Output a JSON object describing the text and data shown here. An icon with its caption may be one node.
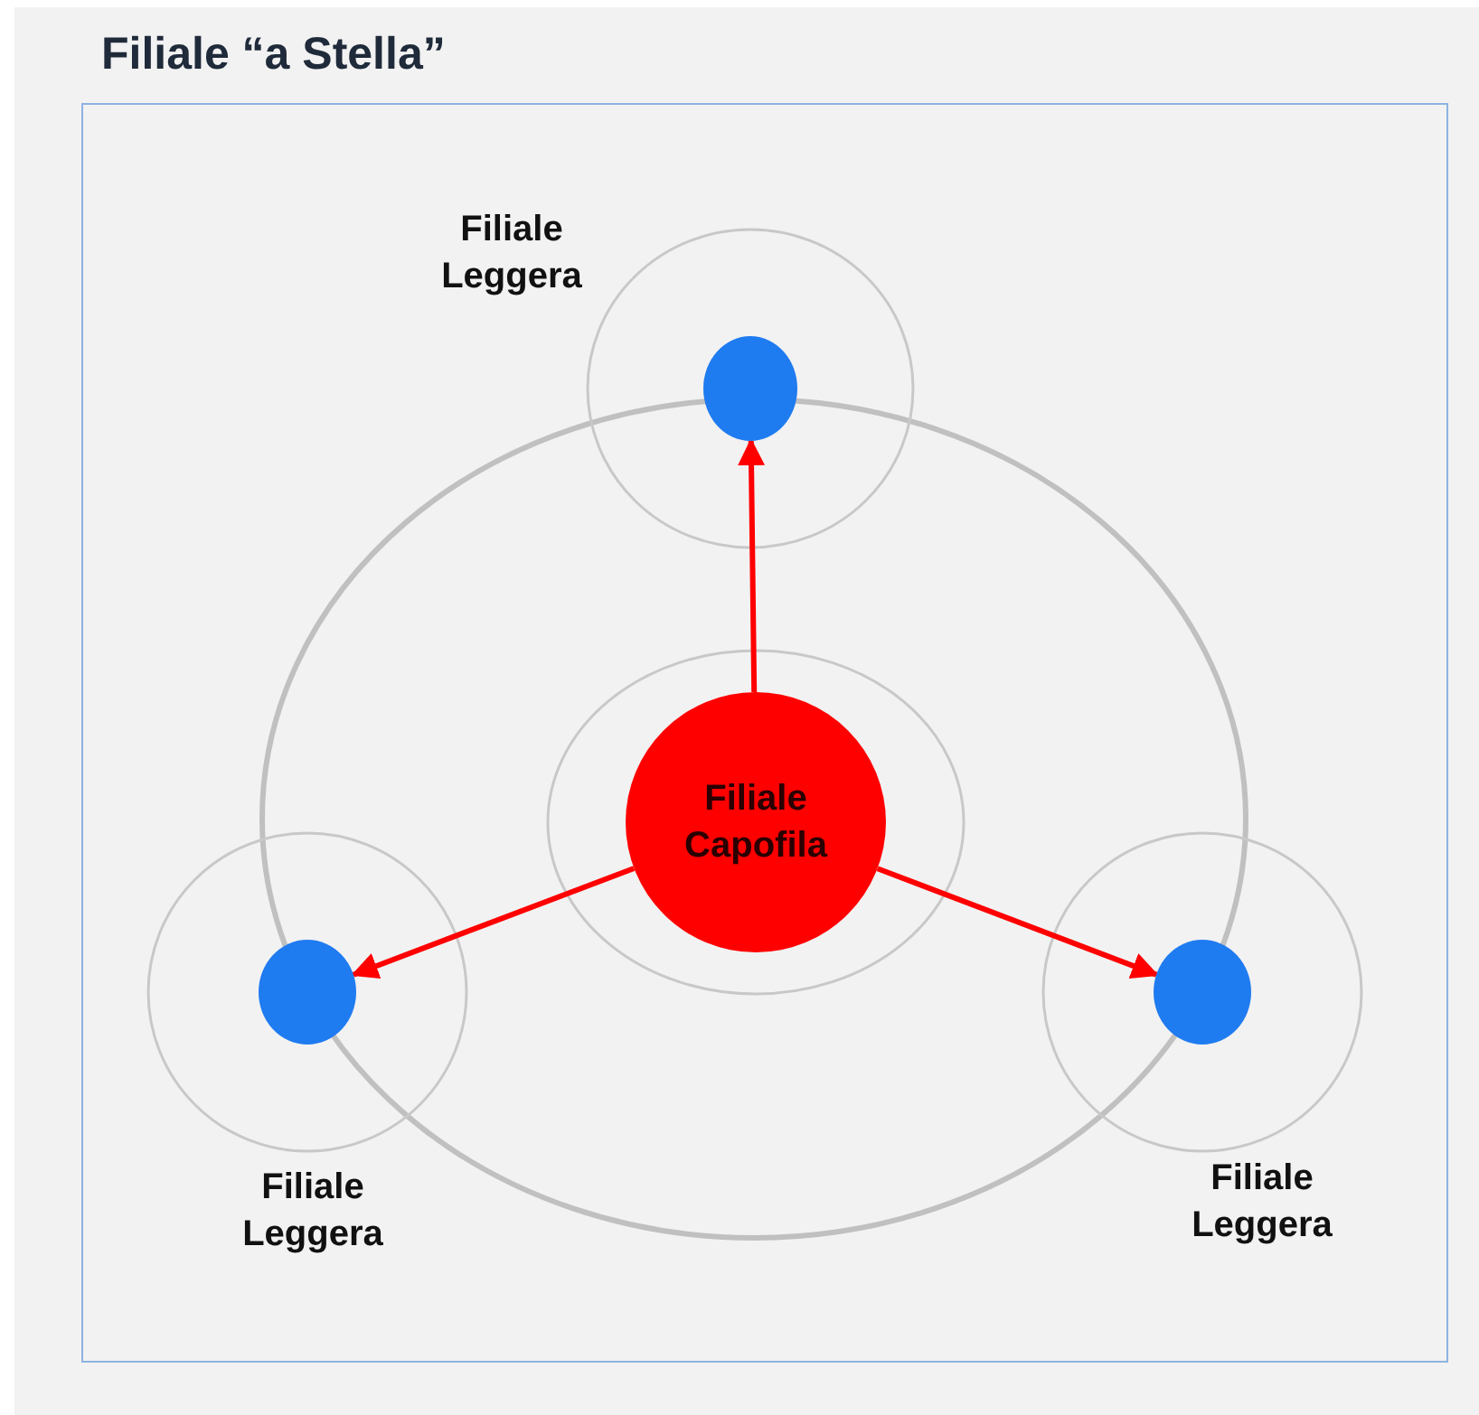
{
  "diagram": {
    "title": "Filiale “a Stella”",
    "nodes": [
      {
        "text": [],
        "shape": "circle",
        "beside": [
          "Filiale Leggera"
        ]
      },
      {
        "text": [
          "Filiale Capofila"
        ]
      },
      {
        "text": [],
        "shape": "circle",
        "beside": [
          "Filiale Leggera"
        ]
      },
      {
        "text": [],
        "shape": "circle",
        "beside": [
          "Filiale Leggera"
        ]
      }
    ],
    "edges": [
      {
        "from": 1,
        "to": 0,
        "arrow": "to",
        "color": "#ff0000"
      },
      {
        "from": 1,
        "to": 2,
        "arrow": "to",
        "color": "#ff0000"
      },
      {
        "from": 1,
        "to": 3,
        "arrow": "to",
        "color": "#ff0000"
      }
    ]
  }
}
